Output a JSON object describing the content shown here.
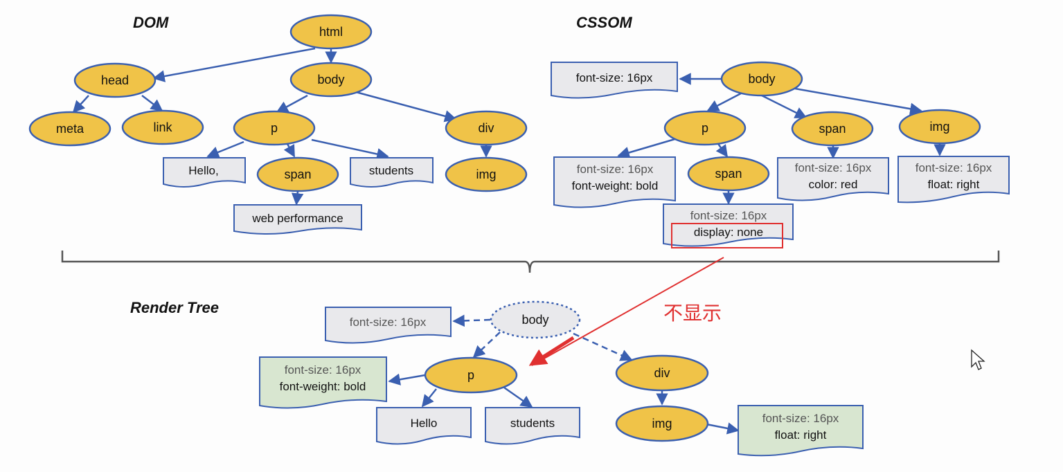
{
  "sections": {
    "dom": "DOM",
    "cssom": "CSSOM",
    "render": "Render Tree"
  },
  "dom": {
    "html": "html",
    "head": "head",
    "body": "body",
    "meta": "meta",
    "link": "link",
    "p": "p",
    "div": "div",
    "img": "img",
    "span": "span",
    "hello": "Hello,",
    "students": "students",
    "web_perf": "web performance"
  },
  "cssom": {
    "body": "body",
    "p": "p",
    "span_top": "span",
    "img": "img",
    "span_child": "span",
    "body_style": "font-size: 16px",
    "p_style": [
      "font-size: 16px",
      "font-weight: bold"
    ],
    "span_top_style": [
      "font-size: 16px",
      "color: red"
    ],
    "img_style": [
      "font-size: 16px",
      "float: right"
    ],
    "span_child_style": [
      "font-size: 16px",
      "display: none"
    ]
  },
  "render": {
    "body": "body",
    "p": "p",
    "div": "div",
    "img": "img",
    "hello": "Hello",
    "students": "students",
    "body_style": "font-size: 16px",
    "p_style": [
      "font-size: 16px",
      "font-weight: bold"
    ],
    "img_style": [
      "font-size: 16px",
      "float: right"
    ]
  },
  "annotation": "不显示",
  "colors": {
    "node_fill": "#f0c348",
    "node_stroke": "#3a5fb0",
    "edge": "#3a5fb0",
    "box_fill": "#e9e9ec",
    "render_box_fill": "#d8e6d0",
    "highlight": "#e03030"
  }
}
